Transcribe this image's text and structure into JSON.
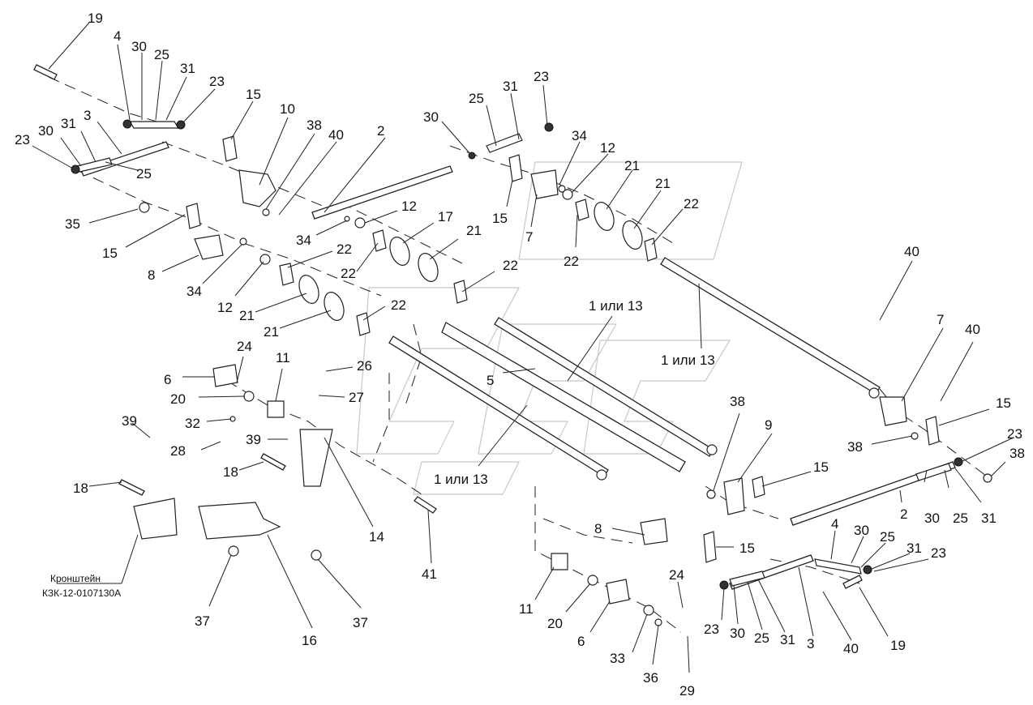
{
  "bracket_caption": {
    "line1": "Кронштейн",
    "line2": "КЗК-12-0107130А"
  },
  "callouts": [
    "19",
    "4",
    "30",
    "25",
    "31",
    "23",
    "3",
    "23",
    "30",
    "31",
    "25",
    "35",
    "15",
    "8",
    "34",
    "12",
    "21",
    "21",
    "15",
    "10",
    "38",
    "40",
    "2",
    "12",
    "34",
    "22",
    "22",
    "17",
    "21",
    "22",
    "22",
    "30",
    "25",
    "31",
    "23",
    "34",
    "12",
    "21",
    "21",
    "22",
    "15",
    "7",
    "22",
    "1 или 13",
    "1 или 13",
    "5",
    "1 или 13",
    "6",
    "24",
    "20",
    "32",
    "28",
    "11",
    "26",
    "27",
    "39",
    "18",
    "39",
    "18",
    "14",
    "41",
    "16",
    "37",
    "37",
    "40",
    "7",
    "40",
    "15",
    "38",
    "23",
    "38",
    "9",
    "38",
    "15",
    "2",
    "30",
    "25",
    "31",
    "8",
    "15",
    "4",
    "30",
    "25",
    "31",
    "23",
    "11",
    "20",
    "6",
    "24",
    "33",
    "36",
    "29",
    "23",
    "30",
    "25",
    "31",
    "3",
    "40",
    "19"
  ]
}
